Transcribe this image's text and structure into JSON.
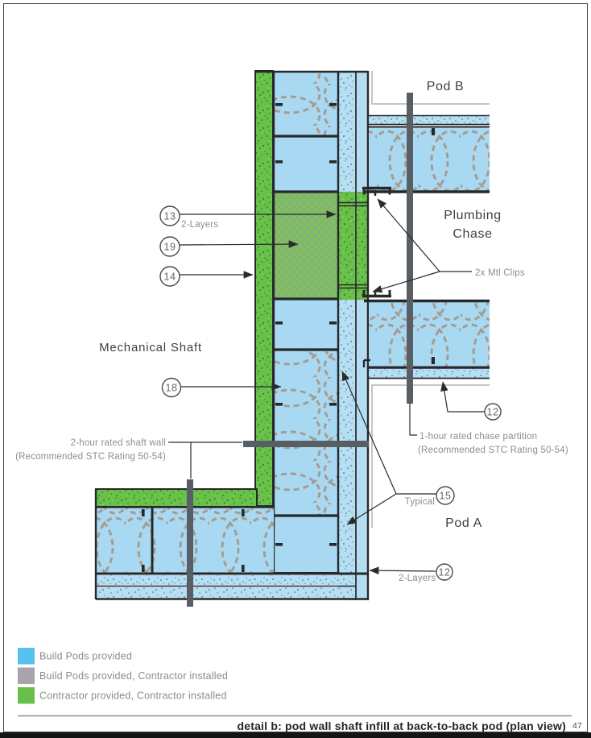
{
  "page": {
    "caption": "detail b: pod wall shaft infill at back-to-back pod (plan view)",
    "page_number": "47"
  },
  "areas": {
    "pod_b": "Pod B",
    "plumbing_chase": [
      "Plumbing",
      "Chase"
    ],
    "mechanical_shaft": "Mechanical Shaft",
    "pod_a": "Pod A"
  },
  "callouts": {
    "c13": {
      "number": "13",
      "label": "2-Layers"
    },
    "c19": {
      "number": "19"
    },
    "c14": {
      "number": "14"
    },
    "c18": {
      "number": "18"
    },
    "c15": {
      "number": "15",
      "label": "Typical"
    },
    "c12_top": {
      "number": "12"
    },
    "c12_bottom": {
      "number": "12",
      "label": "2-Layers"
    }
  },
  "annotations": {
    "mtl_clips": "2x Mtl Clips",
    "shaft_wall": {
      "line1": "2-hour rated shaft wall",
      "line2": "(Recommended STC Rating 50-54)"
    },
    "chase_partition": {
      "line1": "1-hour rated chase partition",
      "line2": "(Recommended STC Rating 50-54)"
    }
  },
  "legend": {
    "items": [
      {
        "label": "Build Pods provided",
        "color": "#55c1ed"
      },
      {
        "label": "Build Pods provided, Contractor installed",
        "color": "#a9a3ab"
      },
      {
        "label": "Contractor provided, Contractor installed",
        "color": "#68c04b"
      }
    ]
  },
  "colors": {
    "pod_blue": "#a9d9f2",
    "board_blue_speckle": "#b7dff3",
    "contractor_green": "#69c04b",
    "infill_green": "#7dc35b",
    "outline_dark": "#26292b",
    "rating_marker_gray": "#575e64",
    "boundary_gray": "#b3b3b3"
  }
}
